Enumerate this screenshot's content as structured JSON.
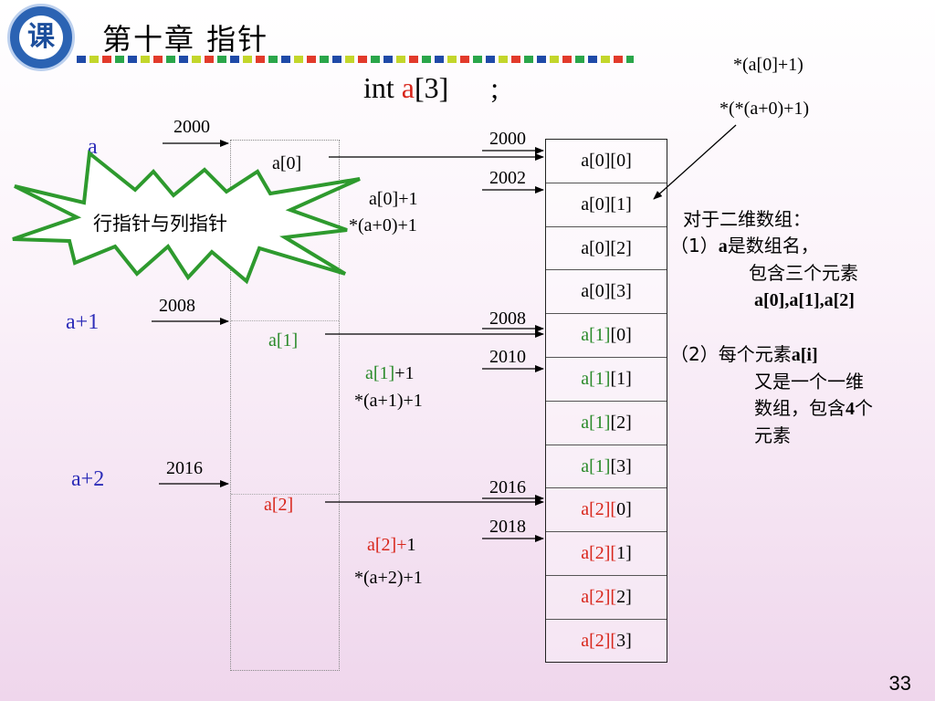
{
  "header": {
    "title": "第十章  指针",
    "logo_text": "课"
  },
  "declaration": {
    "prefix": "int ",
    "name": "a",
    "dims": "[3]",
    "end": ";"
  },
  "top_right": {
    "expr1": "*(a[0]+1)",
    "expr2": "*(*(a+0)+1)"
  },
  "star_label": "行指针与列指针",
  "row_labels": [
    {
      "name": "a",
      "addr": "2000"
    },
    {
      "name": "a+1",
      "addr": "2008"
    },
    {
      "name": "a+2",
      "addr": "2016"
    }
  ],
  "pointer_cells": [
    "a[0]",
    "a[1]",
    "a[2]"
  ],
  "col_exprs": [
    {
      "line1": "a[0]+1",
      "line2": "*(a+0)+1"
    },
    {
      "line1_a": "a[1]",
      "line1_b": "+1",
      "line2": "*(a+1)+1"
    },
    {
      "line1_a": "a[2]+",
      "line1_b": "1",
      "line2": "*(a+2)+1"
    }
  ],
  "element_addrs": [
    "2000",
    "2002",
    "2008",
    "2010",
    "2016",
    "2018"
  ],
  "elements": [
    {
      "a": "a[0][0]",
      "b": ""
    },
    {
      "a": "a[0][1]",
      "b": ""
    },
    {
      "a": "a[0][2]",
      "b": ""
    },
    {
      "a": "a[0][3]",
      "b": ""
    },
    {
      "a": "a[1]",
      "b": "[0]"
    },
    {
      "a": "a[1]",
      "b": "[1]"
    },
    {
      "a": "a[1]",
      "b": "[2]"
    },
    {
      "a": "a[1]",
      "b": "[3]"
    },
    {
      "a": "a[2][",
      "b": "0]"
    },
    {
      "a": "a[2][",
      "b": "1]"
    },
    {
      "a": "a[2][",
      "b": "2]"
    },
    {
      "a": "a[2][",
      "b": "3]"
    }
  ],
  "notes": {
    "heading": "对于二维数组：",
    "item1_prefix": "（1）",
    "item1_a": "a",
    "item1_rest": "是数组名，",
    "item1_line2": "包含三个元素",
    "item1_line3": "a[0],a[1],a[2]",
    "item2_prefix": "（2）每个元素",
    "item2_bold": "a[i]",
    "item2_line2": "又是一个一维",
    "item2_line3_a": "数组，包含",
    "item2_line3_b": "4",
    "item2_line3_c": "个",
    "item2_line4": "元素"
  },
  "page_number": "33",
  "colors": {
    "blue_label": "#2d2db8",
    "green": "#2a8a2a",
    "red": "#d8261b",
    "star_stroke": "#2e9a2e"
  }
}
